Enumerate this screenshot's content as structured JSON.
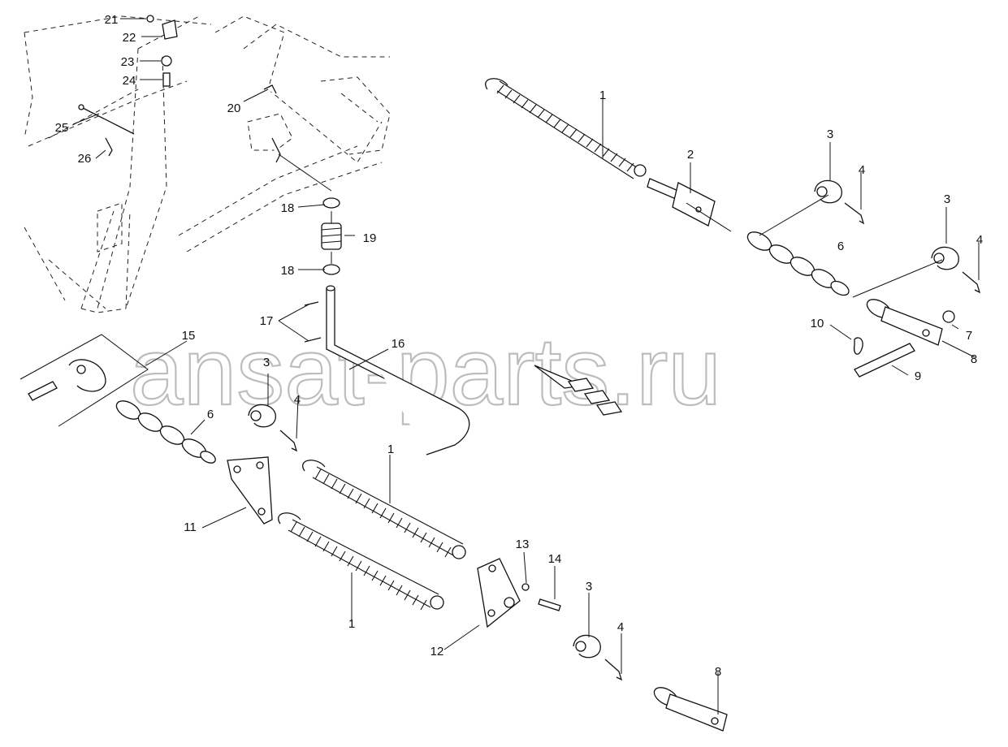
{
  "watermark": "ansat-parts.ru",
  "callouts": {
    "n21": "21",
    "n22": "22",
    "n23": "23",
    "n24": "24",
    "n25": "25",
    "n26": "26",
    "n20": "20",
    "n1a": "1",
    "n2": "2",
    "n3a": "3",
    "n4a": "4",
    "n3b": "3",
    "n4b": "4",
    "n6a": "6",
    "n10": "10",
    "n7": "7",
    "n8a": "8",
    "n9": "9",
    "n18a": "18",
    "n19": "19",
    "n18b": "18",
    "n17": "17",
    "n16": "16",
    "n15": "15",
    "n3c": "3",
    "n4c": "4",
    "n6b": "6",
    "n11": "11",
    "n1b": "1",
    "n1c": "1",
    "n12": "12",
    "n13": "13",
    "n14": "14",
    "n3d": "3",
    "n4d": "4",
    "n8b": "8"
  }
}
